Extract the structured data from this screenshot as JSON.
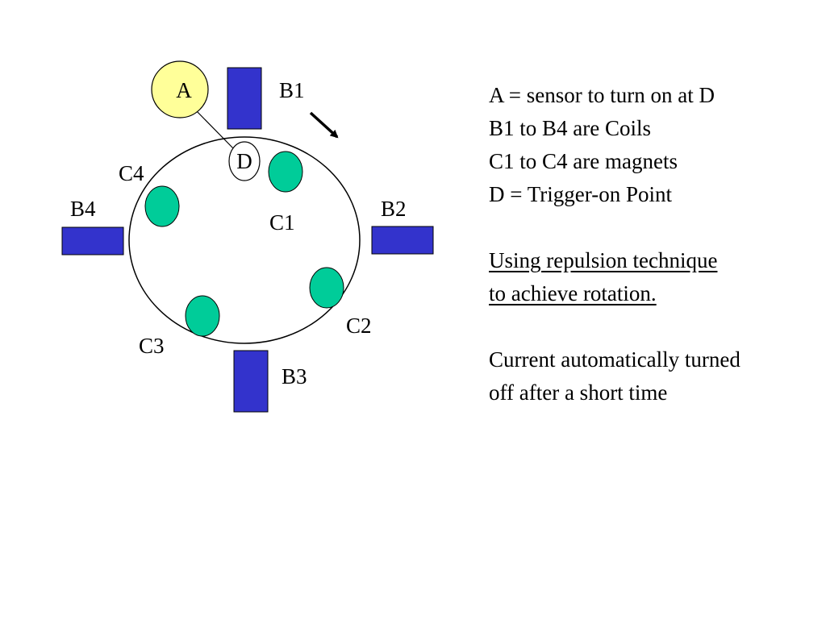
{
  "colors": {
    "coil": "#3333cc",
    "magnet": "#00cc99",
    "sensor": "#ffff99",
    "outline": "#000000"
  },
  "diagram": {
    "sensor_label": "A",
    "trigger_label": "D",
    "coils": {
      "b1": "B1",
      "b2": "B2",
      "b3": "B3",
      "b4": "B4"
    },
    "magnets": {
      "c1": "C1",
      "c2": "C2",
      "c3": "C3",
      "c4": "C4"
    }
  },
  "notes": {
    "line1": "A = sensor to turn on at D",
    "line2": "B1 to B4 are Coils",
    "line3": "C1 to C4 are magnets",
    "line4": "D = Trigger-on Point",
    "technique_line1": "Using repulsion technique",
    "technique_line2": "to achieve rotation.",
    "current_line1": "Current automatically turned",
    "current_line2": "off after a short time"
  }
}
